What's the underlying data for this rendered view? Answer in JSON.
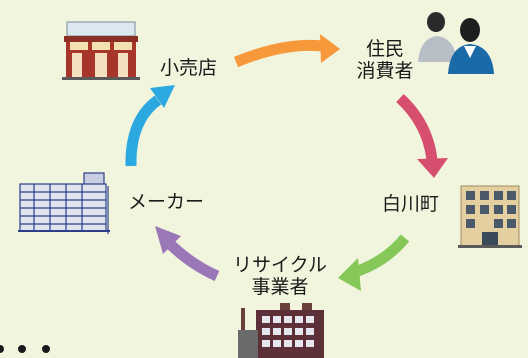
{
  "nodes": {
    "retailer": {
      "label": "小売店"
    },
    "residents": {
      "line1": "住民",
      "line2": "消費者"
    },
    "town": {
      "label": "白川町"
    },
    "recycler": {
      "line1": "リサイクル",
      "line2": "事業者"
    },
    "maker": {
      "label": "メーカー"
    }
  },
  "icons": {
    "retailer": "shop-icon",
    "residents": "people-icon",
    "town": "town-hall-icon",
    "recycler": "factory-icon",
    "maker": "manufacturer-building-icon"
  },
  "colors": {
    "background": "#f2f5dd",
    "arrow_retailer_to_residents": "#f7983a",
    "arrow_residents_to_town": "#d74f6e",
    "arrow_town_to_recycler": "#86c75a",
    "arrow_recycler_to_maker": "#9a78b8",
    "arrow_maker_to_retailer": "#2ba8e0",
    "ellipsis_dots": "#1a1a1a"
  },
  "ellipsis": {
    "icon": "ellipsis-dots-icon",
    "count": 3
  }
}
